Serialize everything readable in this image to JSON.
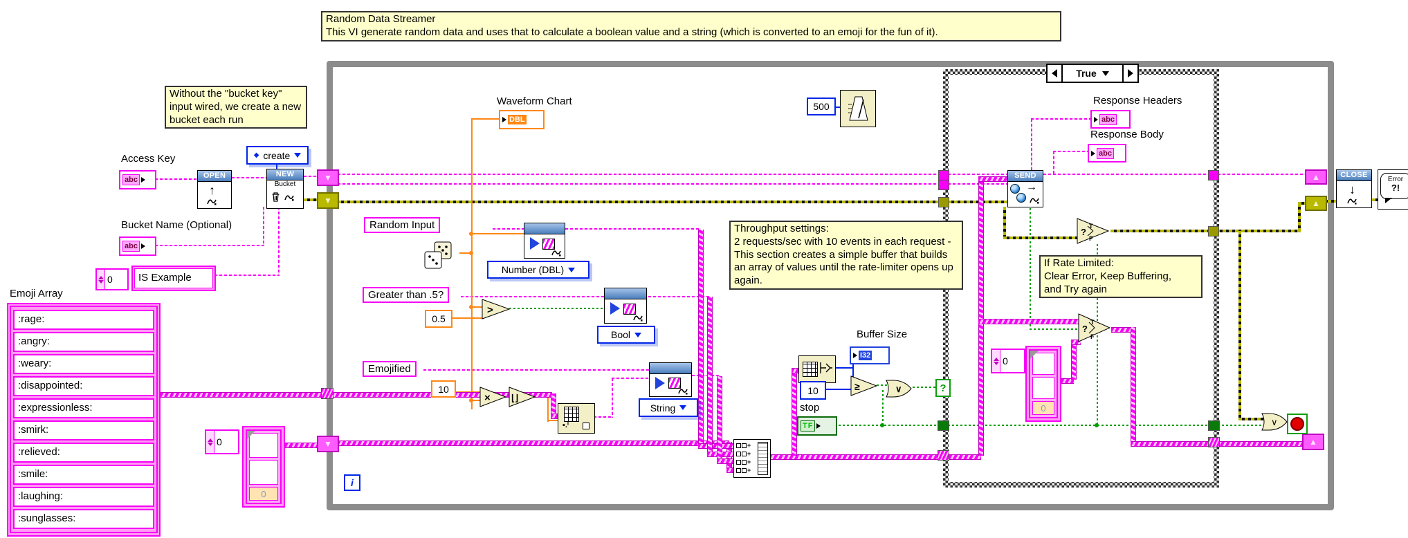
{
  "comments": {
    "header": {
      "title": "Random Data Streamer",
      "body": "This VI generate random data and uses that to calculate a boolean value and a string (which is converted to an emoji for the fun of it)."
    },
    "bucket_note": "Without the \"bucket key\" input wired, we create a new bucket each run",
    "throughput": {
      "line1": "Throughput settings:",
      "body": "2 requests/sec with 10 events in each request - This section creates a simple buffer that builds an array of values until the rate-limiter opens up again."
    },
    "rate_limit": {
      "line1": "If Rate Limited:",
      "line2": "Clear Error, Keep Buffering,",
      "line3": "and Try again"
    }
  },
  "controls": {
    "access_key": {
      "label": "Access Key"
    },
    "bucket_name": {
      "label": "Bucket Name (Optional)"
    },
    "create_ring": {
      "value": "create"
    },
    "bucket_string": {
      "index": "0",
      "value": "IS Example"
    },
    "emoji_array": {
      "label": "Emoji Array",
      "index": "0",
      "buffer_index": "0",
      "items": [
        ":rage:",
        ":angry:",
        ":weary:",
        ":disappointed:",
        ":expressionless:",
        ":smirk:",
        ":relieved:",
        ":smile:",
        ":laughing:",
        ":sunglasses:"
      ]
    },
    "stop": {
      "label": "stop",
      "glyph": "TF"
    },
    "wait_ms": "500",
    "threshold": "0.5",
    "scale": "10",
    "buffer_limit": "10",
    "case_buffer": {
      "index": "0",
      "buffer_index": "0"
    }
  },
  "indicators": {
    "waveform_chart": {
      "label": "Waveform Chart",
      "type": "DBL"
    },
    "buffer_size": {
      "label": "Buffer Size",
      "type": "I32"
    },
    "response_headers": {
      "label": "Response Headers",
      "type": "abc"
    },
    "response_body": {
      "label": "Response Body",
      "type": "abc"
    },
    "string_type": "abc"
  },
  "labels": {
    "random_input": "Random Input",
    "greater": "Greater than .5?",
    "emojified": "Emojified"
  },
  "nodes": {
    "open": "OPEN",
    "new": {
      "title": "NEW",
      "sub": "Bucket"
    },
    "send": "SEND",
    "close": "CLOSE",
    "error": {
      "line1": "Error",
      "line2": "?!"
    },
    "dropdowns": {
      "number": "Number (DBL)",
      "bool": "Bool",
      "string": "String"
    },
    "operators": {
      "gt": ">",
      "geq": "≥",
      "multiply": "×",
      "floor": "⌊⌋",
      "or": "∨",
      "select_q": "?",
      "select_t": "T",
      "select_f": "F"
    }
  },
  "loop": {
    "iteration": "i"
  },
  "case_structure": {
    "selector": "True",
    "selector_terminal": "?"
  },
  "colors": {
    "wire_string": "#F700F7",
    "wire_numeric": "#FF8714",
    "wire_integer": "#0026E8",
    "wire_boolean": "#009E00",
    "wire_error": "#B9B900",
    "structure_border": "#8C8C8C",
    "comment_bg": "#FFFFCC",
    "node_title_bg": "#4A7EBB"
  }
}
